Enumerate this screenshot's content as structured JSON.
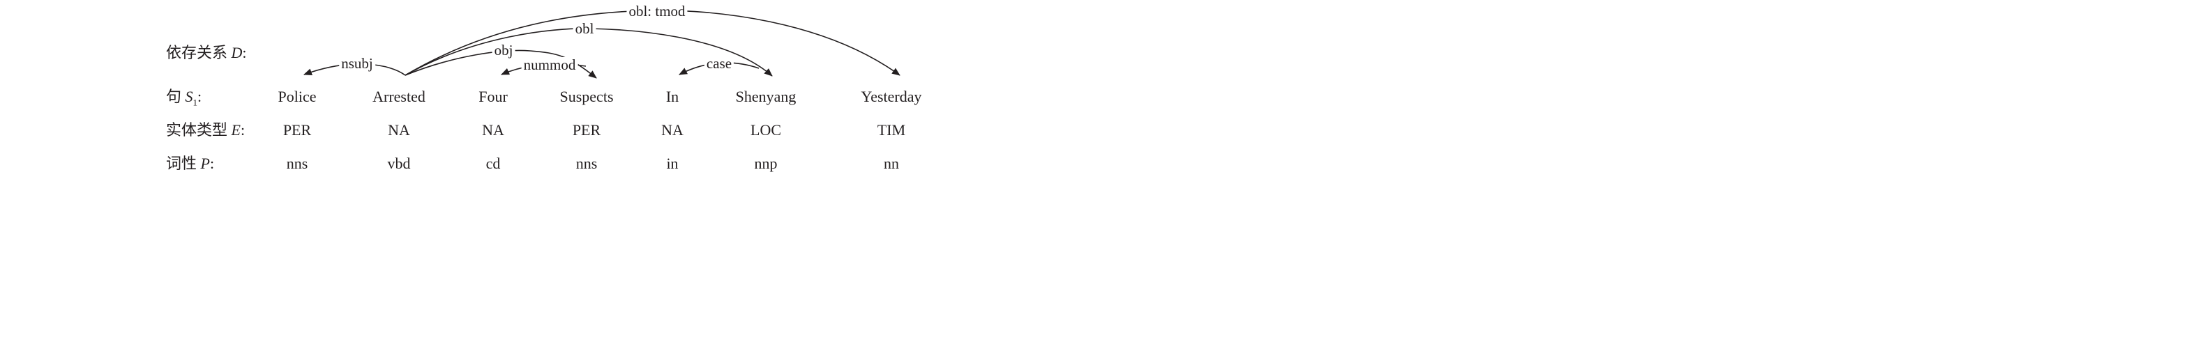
{
  "row_labels": {
    "dependency": {
      "prefix": "依存关系 ",
      "var": "D",
      "suffix": ":"
    },
    "sentence": {
      "prefix": "句 ",
      "var": "S",
      "sub": "1",
      "suffix": ":"
    },
    "entity": {
      "prefix": "实体类型 ",
      "var": "E",
      "suffix": ":"
    },
    "pos": {
      "prefix": "词性 ",
      "var": "P",
      "suffix": ":"
    }
  },
  "tokens": [
    {
      "word": "Police",
      "entity": "PER",
      "pos": "nns"
    },
    {
      "word": "Arrested",
      "entity": "NA",
      "pos": "vbd"
    },
    {
      "word": "Four",
      "entity": "NA",
      "pos": "cd"
    },
    {
      "word": "Suspects",
      "entity": "PER",
      "pos": "nns"
    },
    {
      "word": "In",
      "entity": "NA",
      "pos": "in"
    },
    {
      "word": "Shenyang",
      "entity": "LOC",
      "pos": "nnp"
    },
    {
      "word": "Yesterday",
      "entity": "TIM",
      "pos": "nn"
    }
  ],
  "relations": [
    {
      "label": "nsubj",
      "head": 1,
      "dep": 0
    },
    {
      "label": "obj",
      "head": 1,
      "dep": 3
    },
    {
      "label": "nummod",
      "head": 3,
      "dep": 2
    },
    {
      "label": "case",
      "head": 5,
      "dep": 4
    },
    {
      "label": "obl",
      "head": 1,
      "dep": 5
    },
    {
      "label": "obl: tmod",
      "head": 1,
      "dep": 6
    }
  ],
  "colors": {
    "ink": "#231f20"
  }
}
